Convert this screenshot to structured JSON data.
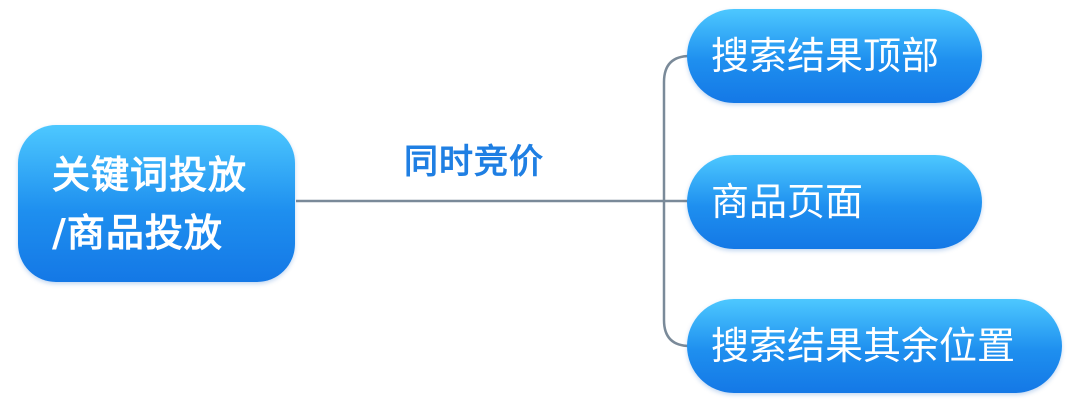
{
  "colors": {
    "node_gradient_top": "#4dc8ff",
    "node_gradient_bottom": "#1478e6",
    "edge_label": "#1f7fe3",
    "connector": "#7a8a99"
  },
  "root": {
    "line1": "关键词投放",
    "line2": "/商品投放"
  },
  "edge_label": "同时竞价",
  "children": [
    {
      "label": "搜索结果顶部"
    },
    {
      "label": "商品页面"
    },
    {
      "label": "搜索结果其余位置"
    }
  ]
}
